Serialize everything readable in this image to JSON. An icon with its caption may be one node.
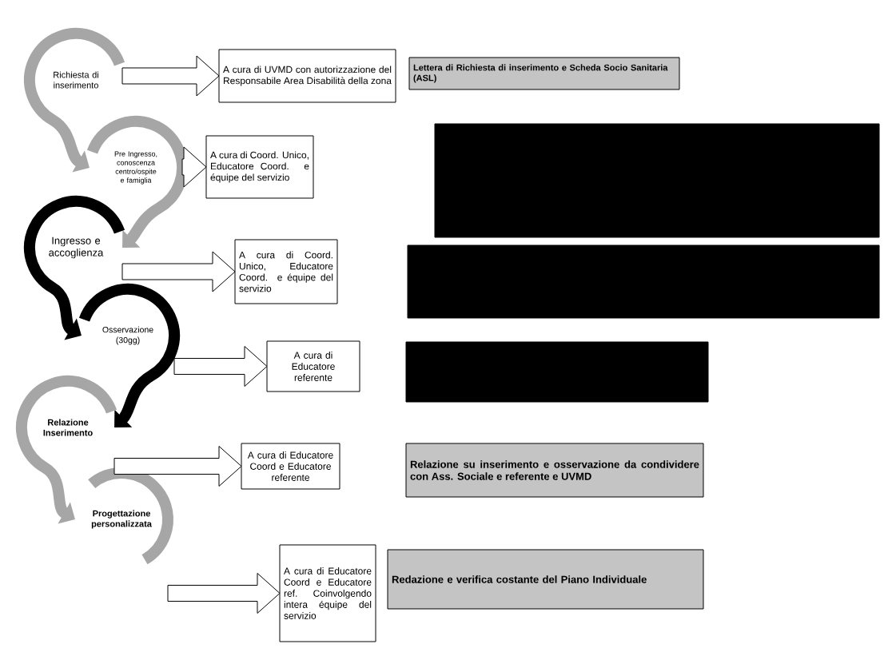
{
  "diagram": {
    "nodes": [
      {
        "text": [
          "Richiesta di inserimento"
        ]
      },
      {
        "text": [
          "A cura di UVMD con autorizzazione del Responsabile Area Disabilità della zona"
        ]
      },
      {
        "text": [
          "Lettera di Richiesta di inserimento e Scheda Socio Sanitaria (ASL)"
        ]
      },
      {
        "text": [
          "Pre Ingresso, conoscenza centro/ospite e famiglia"
        ]
      },
      {
        "text": [
          "A cura di Coord. Unico, Educatore Coord. e équipe del servizio"
        ]
      },
      {
        "text": [],
        "shape": "box"
      },
      {
        "text": [
          "Ingresso e accoglienza"
        ]
      },
      {
        "text": [
          "A cura di Coord. Unico, Educatore Coord. e équipe del servizio"
        ]
      },
      {
        "text": [],
        "shape": "box"
      },
      {
        "text": [
          "Osservazione (30gg)"
        ]
      },
      {
        "text": [
          "A cura di Educatore referente"
        ]
      },
      {
        "text": [],
        "shape": "box"
      },
      {
        "text": [
          "Relazione Inserimento"
        ]
      },
      {
        "text": [
          "A cura di Educatore Coord e Educatore referente"
        ]
      },
      {
        "text": [
          "Relazione su inserimento e osservazione da condividere con Ass. Sociale e referente e UVMD"
        ]
      },
      {
        "text": [
          "Progettazione personalizzata"
        ]
      },
      {
        "text": [
          "A cura di Educatore Coord e Educatore ref. Coinvolgendo intera équipe del servizio"
        ]
      },
      {
        "text": [
          "Redazione e verifica costante del Piano Individuale"
        ]
      }
    ],
    "edges": [
      {
        "from": 0,
        "to": 3,
        "arrow": "to",
        "color": "#a6a6a6"
      },
      {
        "from": 3,
        "to": 6,
        "arrow": "to",
        "color": "#a6a6a6"
      },
      {
        "from": 6,
        "to": 9,
        "arrow": "to",
        "color": "#000000"
      },
      {
        "from": 9,
        "to": 12,
        "arrow": "to",
        "color": "#000000"
      },
      {
        "from": 12,
        "to": 15,
        "arrow": "to",
        "color": "#a6a6a6"
      },
      {
        "from": 0,
        "to": 1,
        "arrow": "to"
      },
      {
        "from": 3,
        "to": 4,
        "arrow": "to"
      },
      {
        "from": 6,
        "to": 7,
        "arrow": "to"
      },
      {
        "from": 9,
        "to": 10,
        "arrow": "to"
      },
      {
        "from": 12,
        "to": 13,
        "arrow": "to"
      },
      {
        "from": 15,
        "to": 16,
        "arrow": "to"
      }
    ]
  }
}
